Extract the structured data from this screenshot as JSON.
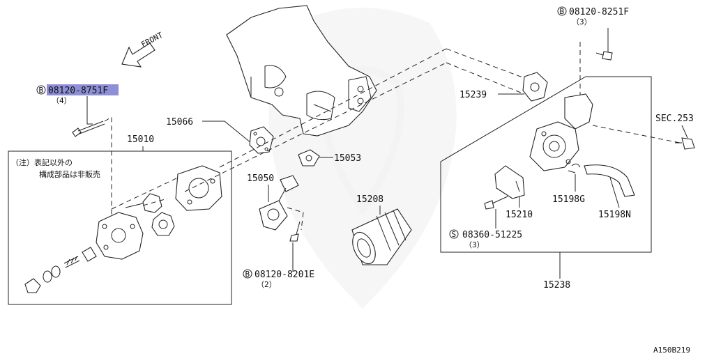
{
  "diagram": {
    "front_label": "FRONT",
    "note_line1": "（注）表記以外の",
    "note_line2": "構成部品は非販売",
    "ref_code": "A150B219",
    "callouts": [
      {
        "id": "bolt-08120-8751F",
        "prefix": "B",
        "text": "08120-8751F",
        "qty": "（4）",
        "highlighted": true
      },
      {
        "id": "bolt-08120-8251F",
        "prefix": "B",
        "text": "08120-8251F",
        "qty": "（3）"
      },
      {
        "id": "bolt-08120-8201E",
        "prefix": "B",
        "text": "08120-8201E",
        "qty": "（2）"
      },
      {
        "id": "screw-08360-51225",
        "prefix": "S",
        "text": "08360-51225",
        "qty": "（3）"
      }
    ],
    "parts": {
      "p15010": "15010",
      "p15066": "15066",
      "p15050": "15050",
      "p15053": "15053",
      "p15208": "15208",
      "p15239": "15239",
      "p15210": "15210",
      "p15198G": "15198G",
      "p15198N": "15198N",
      "p15238": "15238",
      "sec253": "SEC.253"
    }
  }
}
